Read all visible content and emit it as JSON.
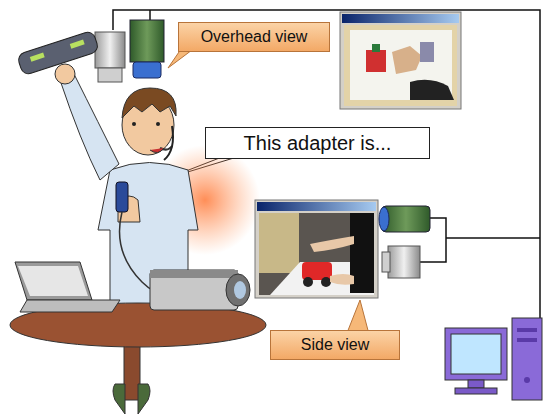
{
  "diagram": {
    "nodes": [
      {
        "text": [
          "Overhead view"
        ]
      },
      {
        "text": [
          "This adapter is..."
        ]
      },
      {
        "text": [
          "Side view"
        ]
      }
    ]
  }
}
